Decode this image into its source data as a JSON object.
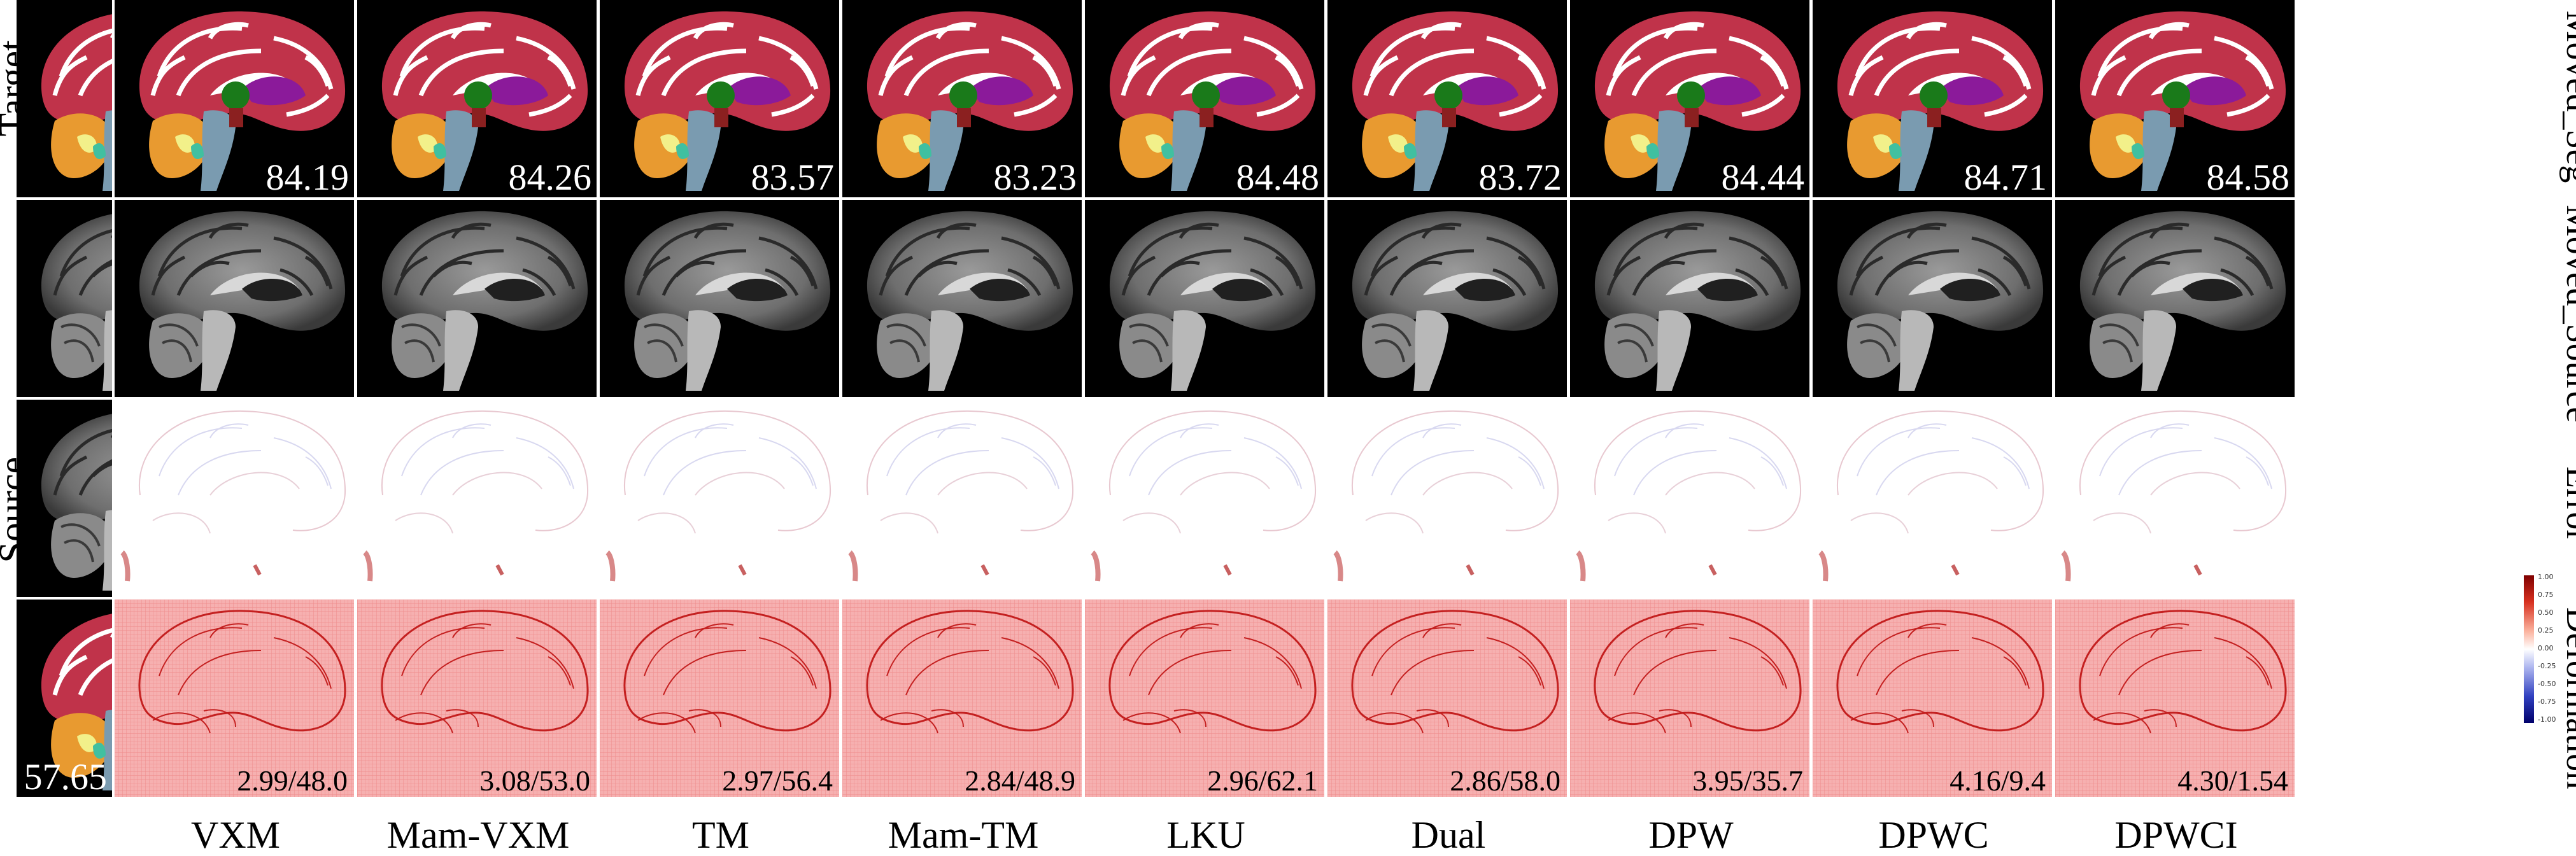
{
  "left_labels": {
    "target": "Target",
    "source": "Source"
  },
  "right_labels": [
    "Moved_Seg",
    "Moved_Source",
    "Error",
    "Deformation"
  ],
  "methods": [
    "VXM",
    "Mam-VXM",
    "TM",
    "Mam-TM",
    "LKU",
    "Dual",
    "DPW",
    "DPWC",
    "DPWCI"
  ],
  "source_seg_score": "57.65",
  "seg_scores": [
    "84.19",
    "84.26",
    "83.57",
    "83.23",
    "84.48",
    "83.72",
    "84.44",
    "84.71",
    "84.58"
  ],
  "deformation_metrics": [
    "2.99/48.0",
    "3.08/53.0",
    "2.97/56.4",
    "2.84/48.9",
    "2.96/62.1",
    "2.86/58.0",
    "3.95/35.7",
    "4.16/9.4",
    "4.30/1.54"
  ],
  "colorbar_ticks": [
    "1.00",
    "0.75",
    "0.50",
    "0.25",
    "0.00",
    "-0.25",
    "-0.50",
    "-0.75",
    "-1.00"
  ],
  "colors": {
    "cortex": "#c0334a",
    "ventricle": "#8b1a9a",
    "thalamus": "#1a7a1a",
    "cerebellum": "#e89a30",
    "brainstem": "#7a9bb0",
    "grid": "#f4a0a0"
  }
}
